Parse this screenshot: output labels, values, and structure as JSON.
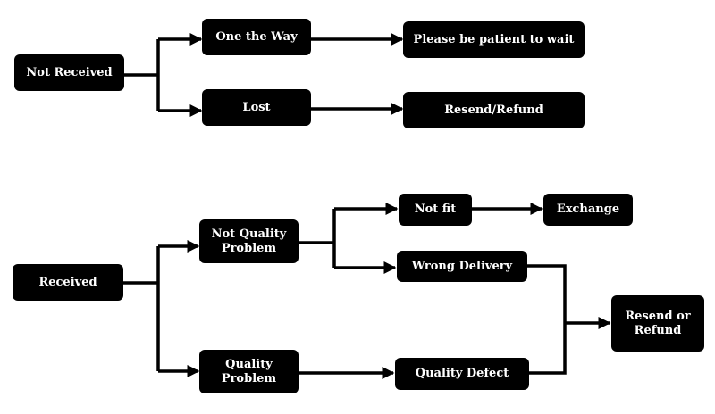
{
  "flow_not_received": {
    "root": "Not Received",
    "on_the_way": "One the Way",
    "wait": "Please be patient to wait",
    "lost": "Lost",
    "resend_refund": "Resend/Refund"
  },
  "flow_received": {
    "root": "Received",
    "not_quality_problem": "Not Quality\nProblem",
    "quality_problem": "Quality\nProblem",
    "not_fit": "Not fit",
    "exchange": "Exchange",
    "wrong_delivery": "Wrong Delivery",
    "quality_defect": "Quality Defect",
    "resend_or_refund": "Resend or\nRefund"
  },
  "colors": {
    "node_fill": "#000000",
    "node_text": "#ffffff",
    "connector": "#000000",
    "background": "#ffffff"
  }
}
